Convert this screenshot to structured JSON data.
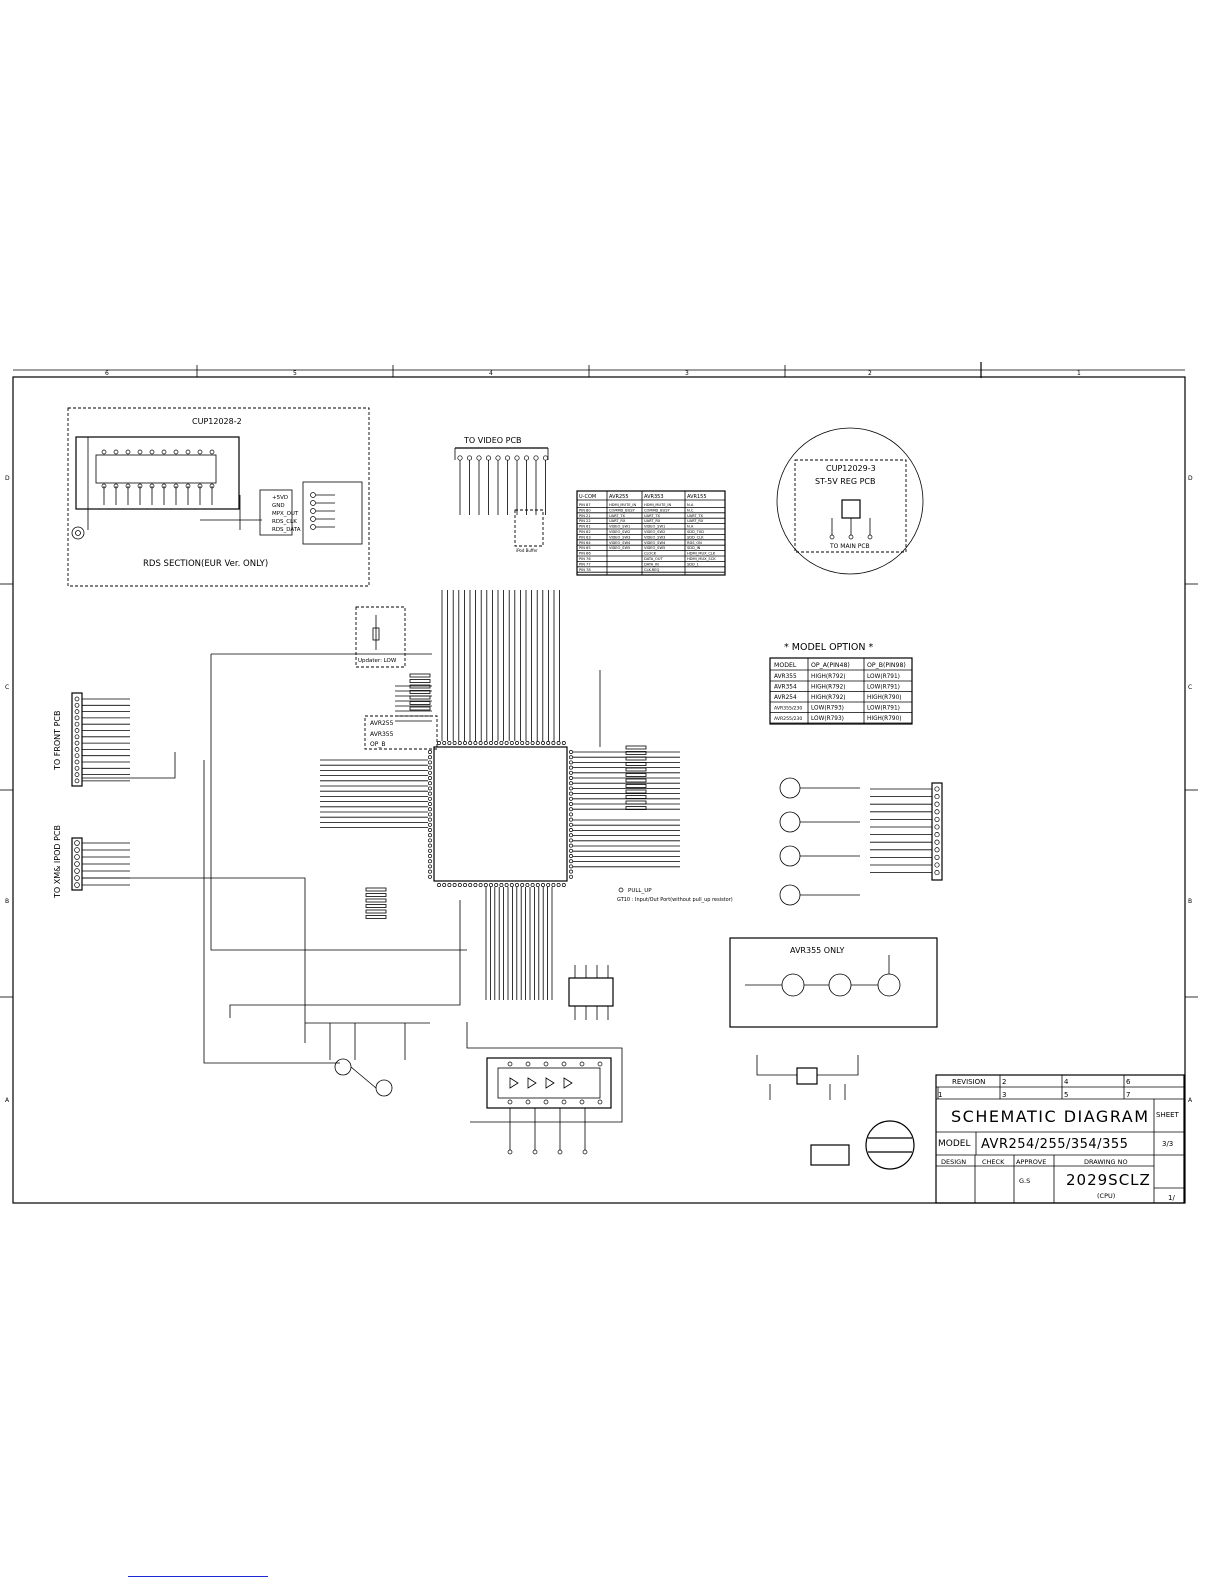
{
  "border": {
    "columns": [
      "6",
      "5",
      "4",
      "3",
      "2",
      "1"
    ],
    "rows": [
      "D",
      "C",
      "B",
      "A"
    ]
  },
  "rds_section": {
    "chip_label": "CUP12028-2",
    "caption": "RDS SECTION(EUR Ver. ONLY)",
    "signals": [
      "+5VD",
      "GND",
      "MPX_OUT",
      "RDS_CLK",
      "RDS_DATA"
    ]
  },
  "video_pcb": {
    "label": "TO VIDEO PCB",
    "buffer_label": "iPod Buffer"
  },
  "ucom_table": {
    "headers": [
      "U-COM",
      "AVR255",
      "AVR353",
      "AVR155"
    ],
    "rows": [
      [
        "PIN 87",
        "HDMI_MUTE_IN",
        "HDMI_MUTE_IN",
        "N.A"
      ],
      [
        "PIN 80",
        "COMMD_BUSY",
        "COMMD_BUSY",
        "N.C"
      ],
      [
        "PIN 21",
        "UART_TX",
        "UART_TX",
        "UART_TX"
      ],
      [
        "PIN 22",
        "UART_RX",
        "UART_RX",
        "UART_RX"
      ],
      [
        "PIN 61",
        "VIDEO_SW1",
        "VIDEO_SW1",
        "N.A"
      ],
      [
        "PIN 62",
        "VIDEO_SW2",
        "VIDEO_SW2",
        "SDD_TXD"
      ],
      [
        "PIN 63",
        "VIDEO_SW3",
        "VIDEO_SW3",
        "SDD_CLK"
      ],
      [
        "PIN 64",
        "VIDEO_SW4",
        "VIDEO_SW4",
        "RDS_ON"
      ],
      [
        "PIN 65",
        "VIDEO_SW5",
        "VIDEO_SW5",
        "SDD_IN"
      ],
      [
        "PIN 66",
        "",
        "CLOCK",
        "HDMI_MUX_CLK"
      ],
      [
        "PIN 76",
        "",
        "DATA_OUT",
        "HDMI_MUX_SCK"
      ],
      [
        "PIN 77",
        "",
        "DATA_IN",
        "SDD_1"
      ],
      [
        "PIN 78",
        "",
        "CLK-REQ",
        ""
      ]
    ]
  },
  "reg_pcb": {
    "chip_label": "CUP12029-3",
    "title": "ST-5V REG PCB",
    "link": "TO MAIN PCB"
  },
  "model_option": {
    "title": "* MODEL OPTION *",
    "headers": [
      "MODEL",
      "OP_A(PIN48)",
      "OP_B(PIN98)"
    ],
    "rows": [
      [
        "AVR355",
        "HIGH(R792)",
        "LOW(R791)"
      ],
      [
        "AVR354",
        "HIGH(R792)",
        "LOW(R791)"
      ],
      [
        "AVR254",
        "HIGH(R792)",
        "HIGH(R790)"
      ],
      [
        "AVR355/230",
        "LOW(R793)",
        "LOW(R791)"
      ],
      [
        "AVR255/230",
        "LOW(R793)",
        "HIGH(R790)"
      ]
    ]
  },
  "connectors": {
    "front_pcb": "TO FRONT PCB",
    "xm_ipod_pcb": "TO XM& IPOD PCB"
  },
  "updater": {
    "label": "Updater: LOW"
  },
  "option_box": {
    "lines": [
      "AVR255",
      "AVR355",
      "OP_B"
    ]
  },
  "legend": {
    "pull_up": "PULL_UP",
    "note": "GT10 : Input/Out Port(without pull_up resistor)"
  },
  "avr355_only": {
    "label": "AVR355 ONLY"
  },
  "title_block": {
    "revision_label": "REVISION",
    "revision_numbers": [
      "1",
      "2",
      "3",
      "4",
      "5",
      "6",
      "7"
    ],
    "title": "SCHEMATIC DIAGRAM",
    "sheet_label": "SHEET",
    "sheet_value": "3/3",
    "model_label": "MODEL",
    "model_value": "AVR254/255/354/355",
    "design_label": "DESIGN",
    "check_label": "CHECK",
    "approve_label": "APPROVE",
    "drawing_no_label": "DRAWING NO",
    "approver": "G.S",
    "drawing_no": "2029SCLZ",
    "sub": "(CPU)",
    "corner": "1/"
  }
}
